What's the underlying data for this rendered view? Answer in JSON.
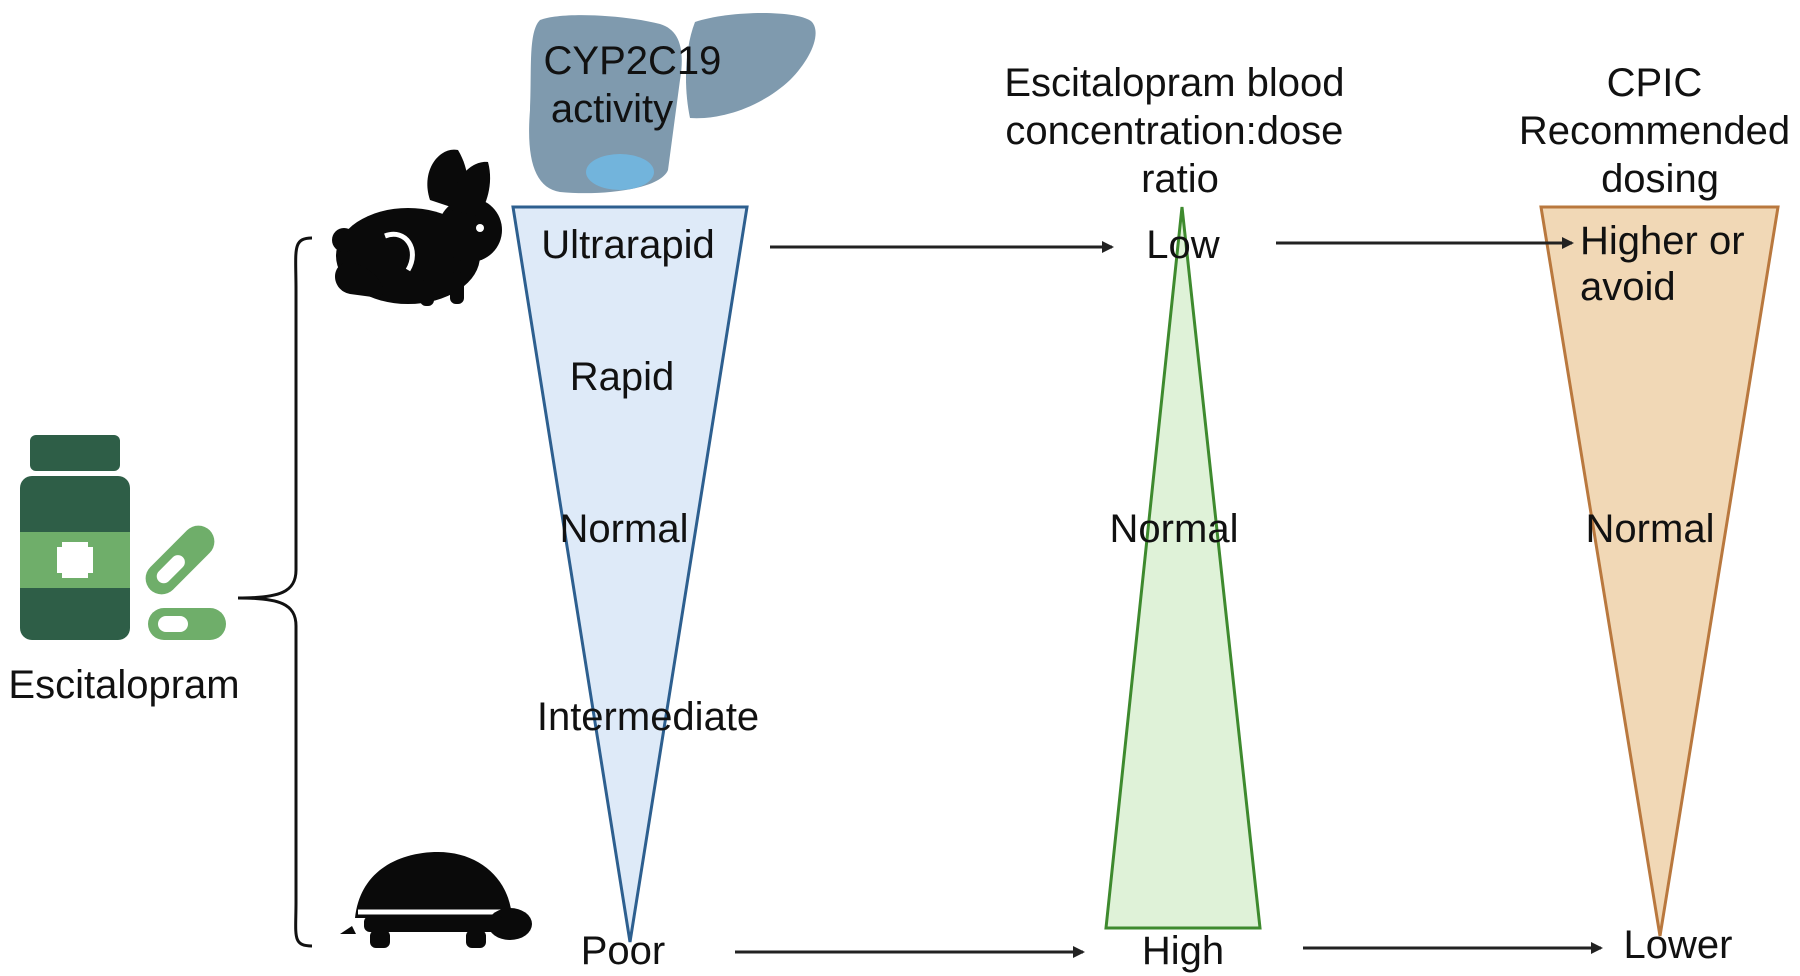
{
  "drug": {
    "label": "Escitalopram",
    "icon": "medicine-bottle-icon",
    "pill_icon": "capsule-icon"
  },
  "fast_icon": "rabbit-icon",
  "slow_icon": "turtle-icon",
  "organ_icon": "liver-icon",
  "columns": {
    "activity": {
      "header_lines": [
        "CYP2C19",
        "activity"
      ],
      "levels": [
        "Ultrarapid",
        "Rapid",
        "Normal",
        "Intermediate",
        "Poor"
      ]
    },
    "concentration": {
      "header_lines": [
        "Escitalopram blood",
        "concentration:dose",
        "ratio"
      ],
      "levels": [
        "Low",
        "Normal",
        "High"
      ]
    },
    "dosing": {
      "header_lines": [
        "CPIC",
        "Recommended",
        "dosing"
      ],
      "levels": [
        "Higher or",
        "avoid",
        "Normal",
        "Lower"
      ]
    }
  },
  "colors": {
    "activity_fill": "#deeaf8",
    "activity_stroke": "#2d5f8f",
    "concentration_fill": "#dff2d8",
    "concentration_stroke": "#3e8a2e",
    "dosing_fill": "#f1d8b6",
    "dosing_stroke": "#b9783e",
    "liver": "#7f9aae",
    "gallbladder": "#72b4dc",
    "bottle_dark": "#2e5e47",
    "bottle_light": "#6fae6a",
    "arrow": "#222222"
  }
}
